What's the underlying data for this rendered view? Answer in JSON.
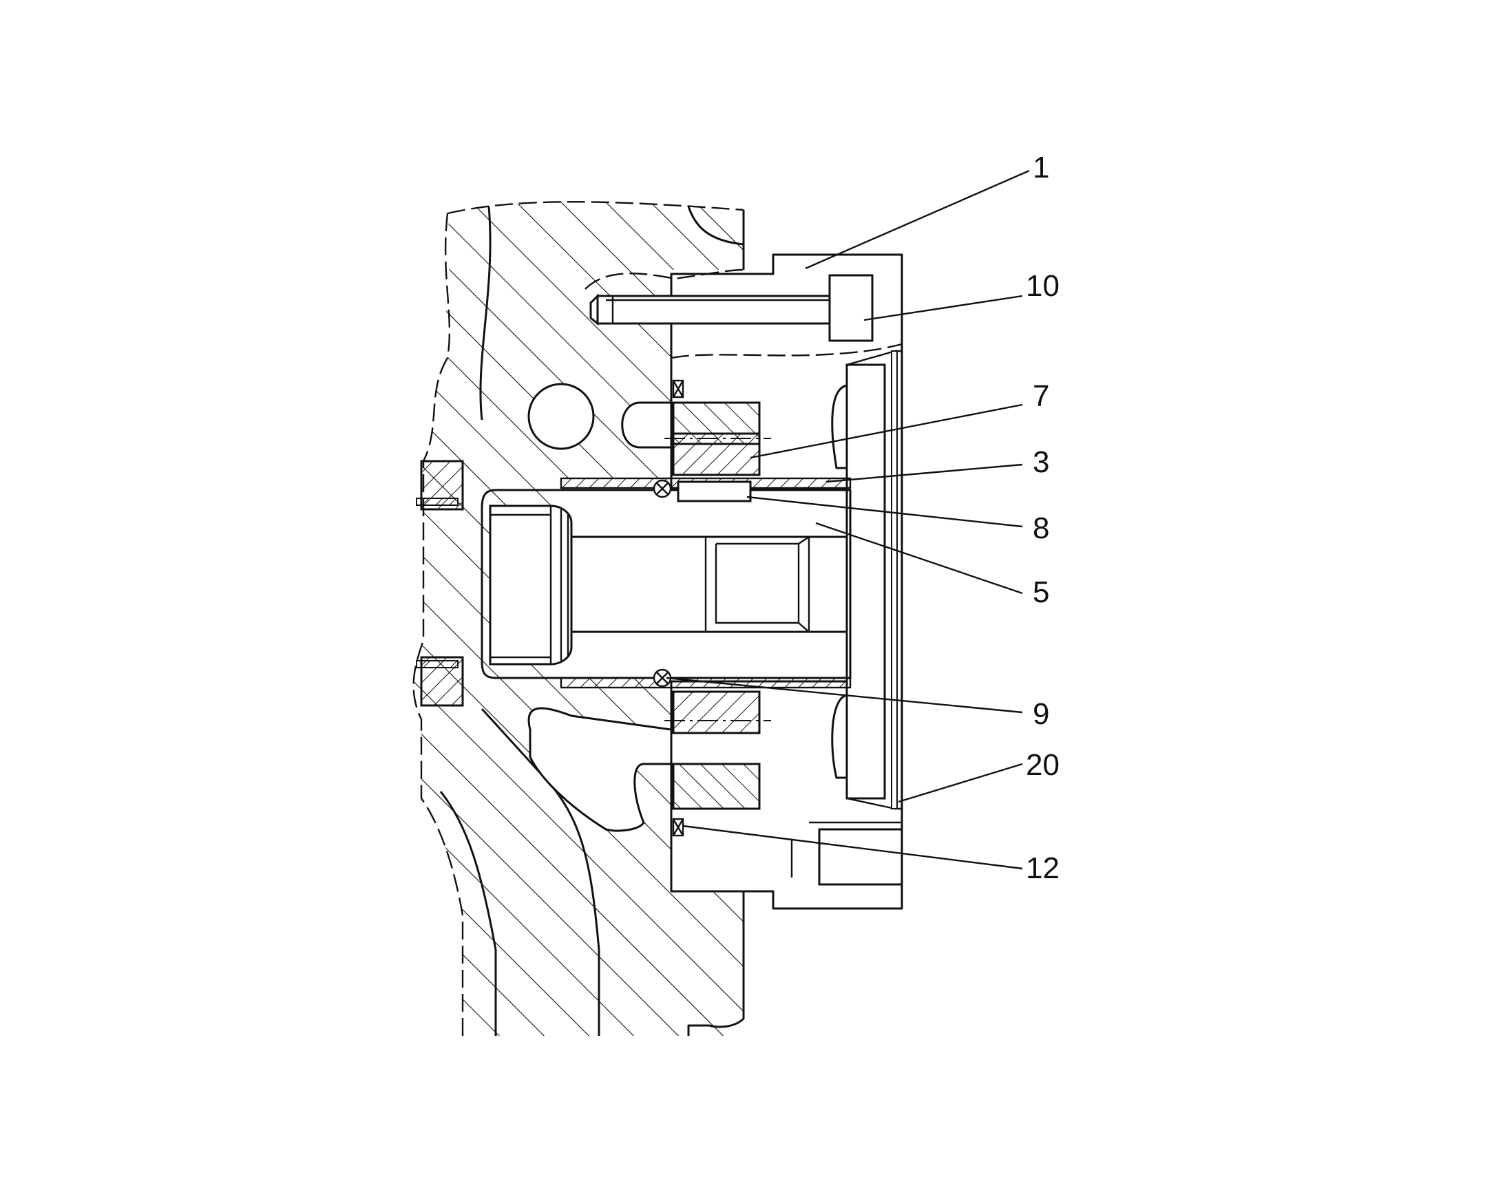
{
  "figure": {
    "callouts": [
      {
        "id": "c1",
        "label": "1"
      },
      {
        "id": "c10",
        "label": "10"
      },
      {
        "id": "c7",
        "label": "7"
      },
      {
        "id": "c3",
        "label": "3"
      },
      {
        "id": "c8",
        "label": "8"
      },
      {
        "id": "c5",
        "label": "5"
      },
      {
        "id": "c9",
        "label": "9"
      },
      {
        "id": "c20",
        "label": "20"
      },
      {
        "id": "c12",
        "label": "12"
      }
    ]
  },
  "colors": {
    "line": "#111111",
    "background": "#ffffff"
  }
}
